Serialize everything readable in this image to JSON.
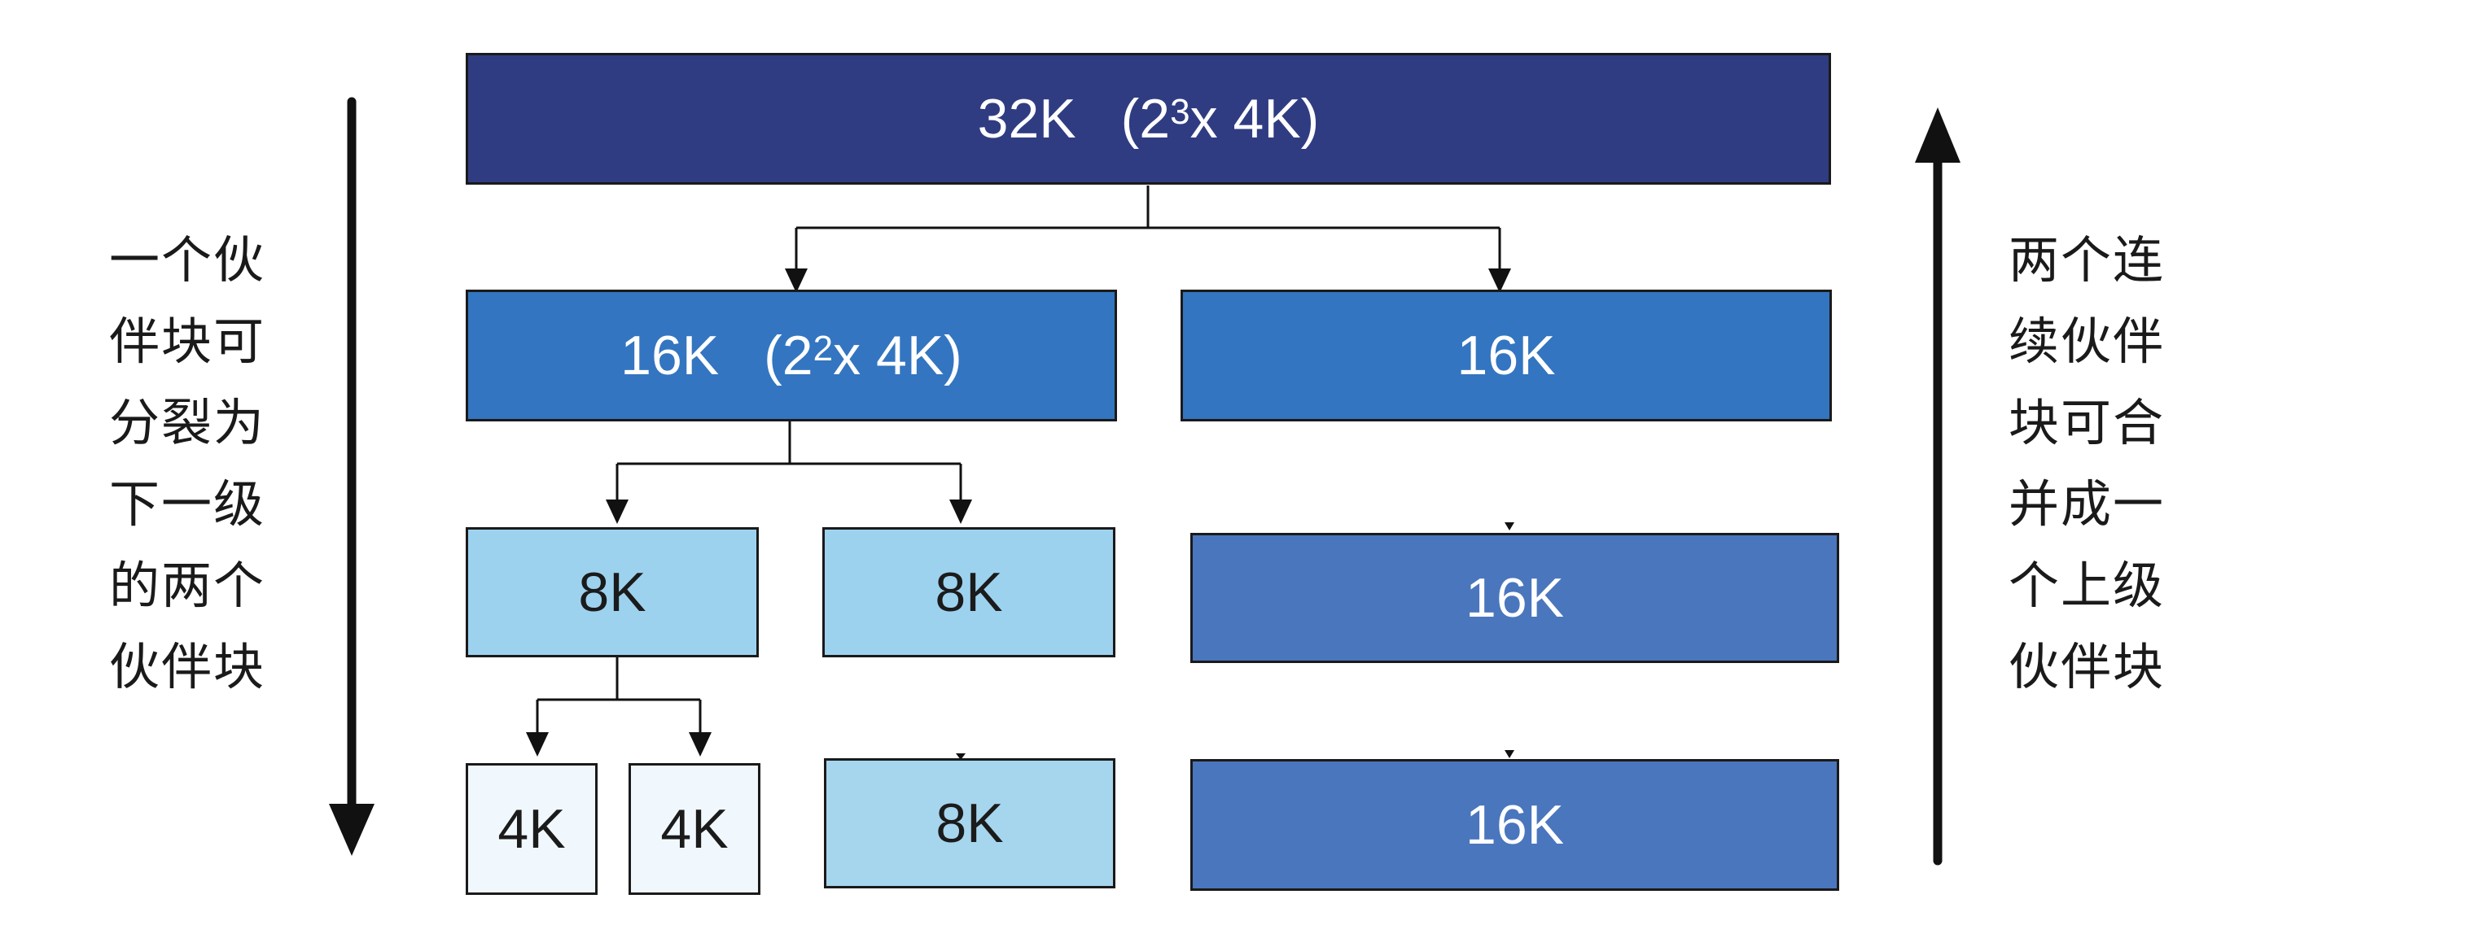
{
  "left_caption": [
    "一个伙",
    "伴块可",
    "分裂为",
    "下一级",
    "的两个",
    "伙伴块"
  ],
  "right_caption": [
    "两个连",
    "续伙伴",
    "块可合",
    "并成一",
    "个上级",
    "伙伴块"
  ],
  "blocks": {
    "b32": {
      "size": "32K",
      "formula_open": "(2",
      "exp": "3",
      "formula_close": "x 4K)"
    },
    "b16a": {
      "size": "16K",
      "formula_open": "(2",
      "exp": "2",
      "formula_close": "x 4K)"
    },
    "b16b": {
      "size": "16K"
    },
    "b8a": {
      "size": "8K"
    },
    "b8b": {
      "size": "8K"
    },
    "b16c": {
      "size": "16K"
    },
    "b4a": {
      "size": "4K"
    },
    "b4b": {
      "size": "4K"
    },
    "b8c": {
      "size": "8K"
    },
    "b16d": {
      "size": "16K"
    }
  },
  "colors": {
    "level0": "#303c82",
    "level1": "#3375c0",
    "level2": "#9dd2ef",
    "level3": "#f1f8fd",
    "merged16": "#4a76bd"
  }
}
